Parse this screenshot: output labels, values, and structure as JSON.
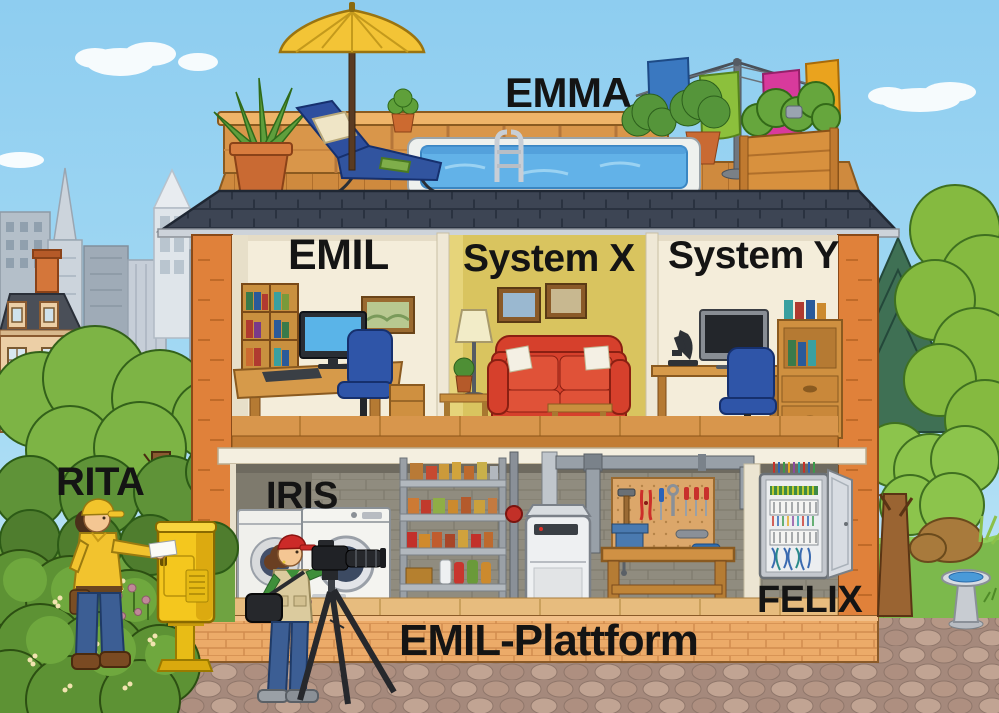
{
  "labels": {
    "emma": "EMMA",
    "emil": "EMIL",
    "system_x": "System X",
    "system_y": "System Y",
    "rita": "RITA",
    "iris": "IRIS",
    "felix": "FELIX",
    "emil_plattform": "EMIL-Plattform"
  },
  "palette": {
    "sky": "#9ed5f0",
    "roof_slate": "#3d4554",
    "house_frame_orange": "#e0813a",
    "foundation_brick": "#ecab69",
    "interior_wall_cream": "#f4edda",
    "system_x_wall_yellow": "#d9c45f",
    "wood_floor": "#d8964c",
    "basement_wall_gray": "#908c7f",
    "pool_water": "#62b2e8",
    "umbrella_yellow": "#f3c436",
    "sofa_red": "#d6402c",
    "office_chair_blue": "#2f55a8",
    "mailbox_yellow": "#f4c71e",
    "grass_green": "#7cb94c",
    "towel_blue": "#3a78c0",
    "towel_green": "#8cc03c",
    "towel_pink": "#d83a9c",
    "towel_orange": "#eaa31e"
  }
}
